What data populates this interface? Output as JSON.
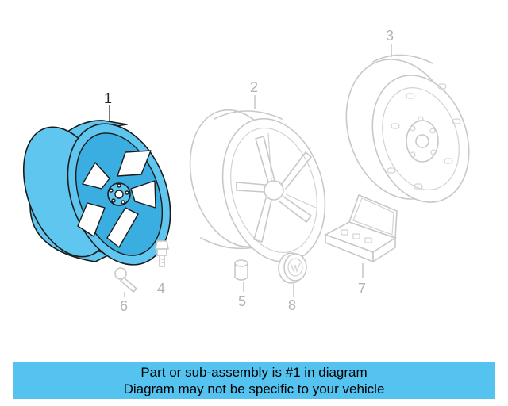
{
  "callouts": [
    {
      "id": "1",
      "label": "1",
      "active": true
    },
    {
      "id": "2",
      "label": "2",
      "active": false
    },
    {
      "id": "3",
      "label": "3",
      "active": false
    },
    {
      "id": "4",
      "label": "4",
      "active": false
    },
    {
      "id": "5",
      "label": "5",
      "active": false
    },
    {
      "id": "6",
      "label": "6",
      "active": false
    },
    {
      "id": "7",
      "label": "7",
      "active": false
    },
    {
      "id": "8",
      "label": "8",
      "active": false
    }
  ],
  "banner": {
    "line1": "Part or sub-assembly is #1 in diagram",
    "line2": "Diagram may not be specific to your vehicle"
  },
  "colors": {
    "highlight": "#5fc6f0",
    "banner": "#55c3f0",
    "ghost": "#c8c8c8"
  }
}
